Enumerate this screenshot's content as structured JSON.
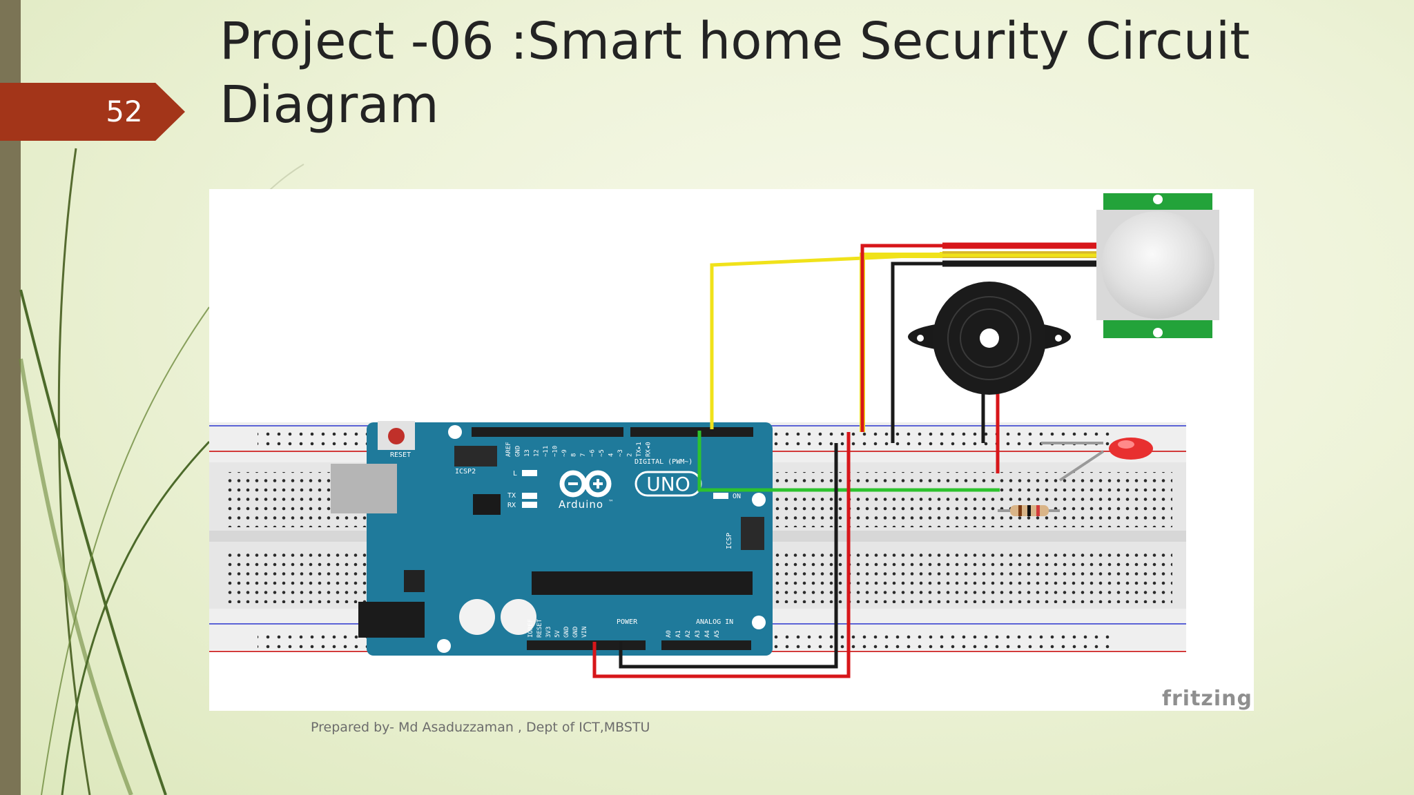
{
  "slide": {
    "number": "52",
    "title": "Project -06 :Smart home Security Circuit Diagram",
    "footer": "Prepared by- Md Asaduzzaman , Dept of ICT,MBSTU"
  },
  "diagram": {
    "logo": "fritzing",
    "board": {
      "brand": "Arduino",
      "model": "UNO",
      "trademark": "™",
      "reset_label": "RESET",
      "icsp2_label": "ICSP2",
      "icsp_label": "ICSP",
      "digital_label": "DIGITAL (PWM~)",
      "power_label": "POWER",
      "analog_label": "ANALOG IN",
      "on_label": "ON",
      "l_label": "L",
      "tx_label": "TX",
      "rx_label": "RX",
      "digital_pins": [
        "AREF",
        "GND",
        "13",
        "12",
        "~11",
        "~10",
        "~9",
        "8",
        "7",
        "~6",
        "~5",
        "4",
        "~3",
        "2",
        "TX▸1",
        "RX◂0"
      ],
      "power_pins": [
        "IOREF",
        "RESET",
        "3V3",
        "5V",
        "GND",
        "GND",
        "VIN"
      ],
      "analog_pins": [
        "A0",
        "A1",
        "A2",
        "A3",
        "A4",
        "A5"
      ]
    },
    "colors": {
      "board": "#1f7a9b",
      "wire_red": "#d7161a",
      "wire_black": "#1a1a1a",
      "wire_yellow": "#f0e21a",
      "wire_green": "#2ec22e",
      "pir_board": "#23a33a",
      "led": "#e83030"
    }
  }
}
